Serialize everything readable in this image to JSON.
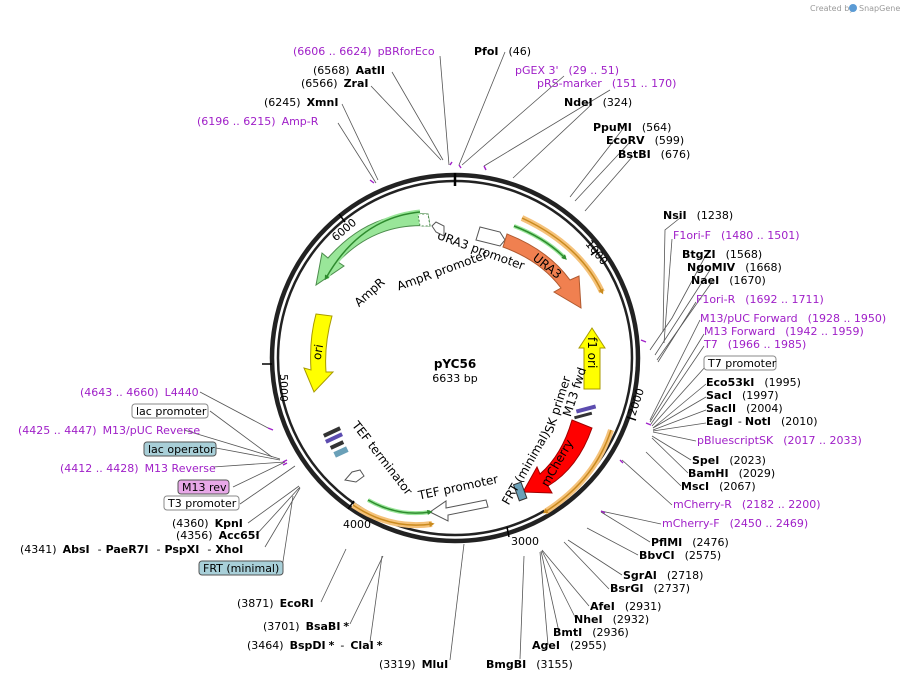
{
  "credit": {
    "prefix": "Created by",
    "brand": "SnapGene"
  },
  "plasmid": {
    "name": "pYC56",
    "length_label": "6633 bp"
  },
  "ticks": [
    "1000",
    "2000",
    "3000",
    "4000",
    "5000",
    "6000"
  ],
  "features": {
    "ura3_promoter": "URA3 promoter",
    "ura3": "URA3",
    "f1_ori": "f1 ori",
    "m13_fwd": "M13 fwd",
    "sk_primer": "SK primer",
    "mcherry": "mCherry",
    "frt_minimal": "FRT (minimal)",
    "tef_promoter": "TEF promoter",
    "tef_terminator": "TEF terminator",
    "ori": "ori",
    "ampr": "AmpR",
    "ampr_promoter": "AmpR promoter"
  },
  "labels": {
    "pbrforeco": {
      "range": "(6606 .. 6624)",
      "name": "pBRforEco"
    },
    "pfoi": {
      "name": "PfoI",
      "pos": "(46)"
    },
    "aatii": {
      "pos": "(6568)",
      "name": "AatII"
    },
    "zrai": {
      "pos": "(6566)",
      "name": "ZraI"
    },
    "pgex3": {
      "name": "pGEX 3'",
      "range": "(29 .. 51)"
    },
    "prsmarker": {
      "name": "pRS-marker",
      "range": "(151 .. 170)"
    },
    "xmni": {
      "pos": "(6245)",
      "name": "XmnI"
    },
    "ndei": {
      "name": "NdeI",
      "pos": "(324)"
    },
    "ampr_primer": {
      "range": "(6196 .. 6215)",
      "name": "Amp-R"
    },
    "ppumi": {
      "name": "PpuMI",
      "pos": "(564)"
    },
    "ecorv": {
      "name": "EcoRV",
      "pos": "(599)"
    },
    "bstbi": {
      "name": "BstBI",
      "pos": "(676)"
    },
    "nsii": {
      "name": "NsiI",
      "pos": "(1238)"
    },
    "f1orif": {
      "name": "F1ori-F",
      "range": "(1480 .. 1501)"
    },
    "btgzi": {
      "name": "BtgZI",
      "pos": "(1568)"
    },
    "ngomiv": {
      "name": "NgoMIV",
      "pos": "(1668)"
    },
    "naei": {
      "name": "NaeI",
      "pos": "(1670)"
    },
    "f1orir": {
      "name": "F1ori-R",
      "range": "(1692 .. 1711)"
    },
    "m13pucfwd": {
      "name": "M13/pUC Forward",
      "range": "(1928 .. 1950)"
    },
    "m13fwd": {
      "name": "M13 Forward",
      "range": "(1942 .. 1959)"
    },
    "t7": {
      "name": "T7",
      "range": "(1966 .. 1985)"
    },
    "t7promoter": {
      "name": "T7 promoter"
    },
    "eco53ki": {
      "name": "Eco53kI",
      "pos": "(1995)"
    },
    "saci": {
      "name": "SacI",
      "pos": "(1997)"
    },
    "sacii": {
      "name": "SacII",
      "pos": "(2004)"
    },
    "eagi": {
      "name": "EagI",
      "sep": "-",
      "name2": "NotI",
      "pos": "(2010)"
    },
    "pbluescriptsk": {
      "name": "pBluescriptSK",
      "range": "(2017 .. 2033)"
    },
    "spei": {
      "name": "SpeI",
      "pos": "(2023)"
    },
    "bamhi": {
      "name": "BamHI",
      "pos": "(2029)"
    },
    "msci": {
      "name": "MscI",
      "pos": "(2067)"
    },
    "mcherryr": {
      "name": "mCherry-R",
      "range": "(2182 .. 2200)"
    },
    "mcherryf": {
      "name": "mCherry-F",
      "range": "(2450 .. 2469)"
    },
    "pflmi": {
      "name": "PflMI",
      "pos": "(2476)"
    },
    "bbvci": {
      "name": "BbvCI",
      "pos": "(2575)"
    },
    "sgrai": {
      "name": "SgrAI",
      "pos": "(2718)"
    },
    "bsrgi": {
      "name": "BsrGI",
      "pos": "(2737)"
    },
    "afei": {
      "name": "AfeI",
      "pos": "(2931)"
    },
    "nhei": {
      "name": "NheI",
      "pos": "(2932)"
    },
    "bmti": {
      "name": "BmtI",
      "pos": "(2936)"
    },
    "agei": {
      "name": "AgeI",
      "pos": "(2955)"
    },
    "bmgbi": {
      "name": "BmgBI",
      "pos": "(3155)"
    },
    "mlui": {
      "pos": "(3319)",
      "name": "MluI"
    },
    "bspdi": {
      "pos": "(3464)",
      "name": "BspDI",
      "star": "*",
      "sep": "-",
      "name2": "ClaI",
      "star2": "*"
    },
    "bsabi": {
      "pos": "(3701)",
      "name": "BsaBI",
      "star": "*"
    },
    "ecori": {
      "pos": "(3871)",
      "name": "EcoRI"
    },
    "frtminimal": {
      "name": "FRT (minimal)"
    },
    "absi": {
      "pos": "(4341)",
      "name": "AbsI",
      "sep1": "-",
      "name2": "PaeR7I",
      "sep2": "-",
      "name3": "PspXI",
      "sep3": "-",
      "name4": "XhoI"
    },
    "acc65i": {
      "pos": "(4356)",
      "name": "Acc65I"
    },
    "kpni": {
      "pos": "(4360)",
      "name": "KpnI"
    },
    "t3promoter": {
      "name": "T3 promoter"
    },
    "m13rev": {
      "name": "M13 rev"
    },
    "m13reverse": {
      "range": "(4412 .. 4428)",
      "name": "M13 Reverse"
    },
    "lacoperator": {
      "name": "lac operator"
    },
    "m13pucrev": {
      "range": "(4425 .. 4447)",
      "name": "M13/pUC Reverse"
    },
    "lacpromoter": {
      "name": "lac promoter"
    },
    "l4440": {
      "range": "(4643 .. 4660)",
      "name": "L4440"
    }
  },
  "colors": {
    "ura3": "#f08050",
    "f1_ori": "#ffff00",
    "mcherry": "#ff0000",
    "ori": "#ffff00",
    "ampr": "#99e699",
    "primer": "#a020c8",
    "frt": "#6aa0b8",
    "tef": "#ffffff",
    "translation": "#f5c27a"
  }
}
